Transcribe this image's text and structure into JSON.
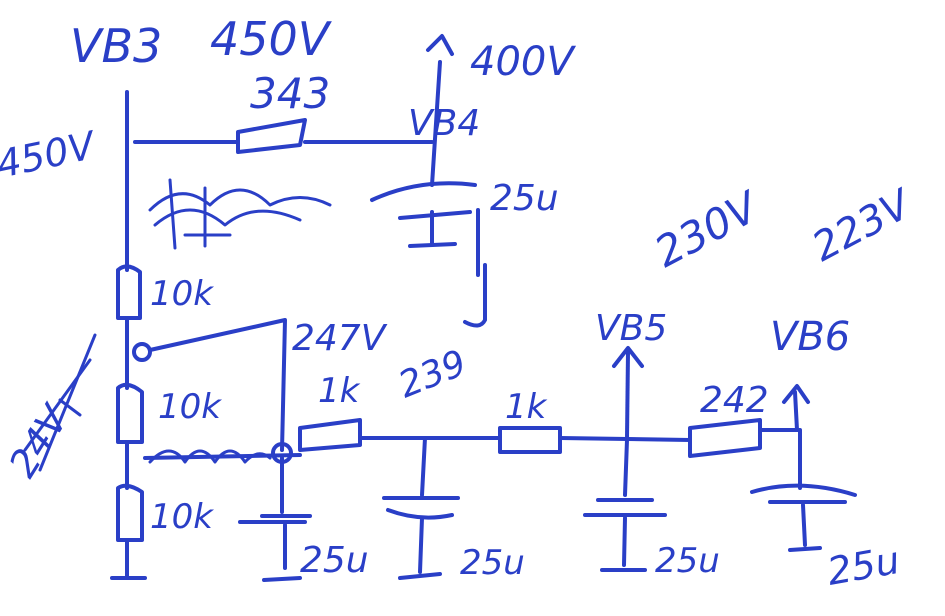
{
  "labels": {
    "vb3": "VB3",
    "v450_top": "450V",
    "v400": "400V",
    "r343": "343",
    "vb4": "VB4",
    "v450_left": "450V",
    "c25_top": "25u",
    "v230": "230V",
    "v223": "223V",
    "r10k_top": "10k",
    "v247": "247V",
    "vb5": "VB5",
    "vb6": "VB6",
    "r1k_a": "1k",
    "v239": "239",
    "r1k_b": "1k",
    "v242": "242",
    "r10k_mid": "10k",
    "r10k_bot": "10k",
    "c25_a": "25u",
    "c25_b": "25u",
    "c25_c": "25u",
    "c25_d": "25u",
    "v24": "24V"
  },
  "colors": {
    "ink": "#2a3fc7",
    "paper": "#ffffff"
  }
}
